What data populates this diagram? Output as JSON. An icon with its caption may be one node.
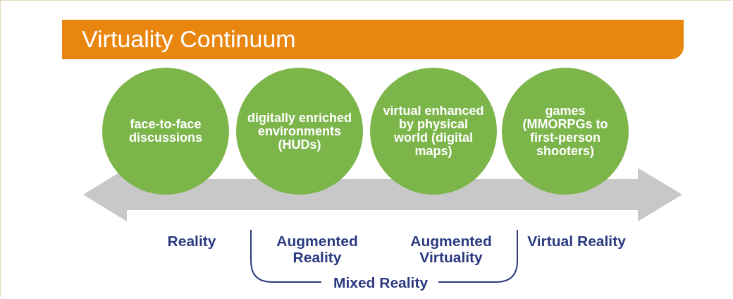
{
  "diagram": {
    "title": "Virtuality Continuum",
    "nodes": [
      {
        "text": [
          "face-to-face discussions"
        ]
      },
      {
        "text": [
          "digitally enriched environments (HUDs)"
        ]
      },
      {
        "text": [
          "virtual enhanced by physical world (digital maps)"
        ]
      },
      {
        "text": [
          "games (MMORPGs to first-person shooters)"
        ]
      }
    ],
    "labels": [
      "Reality",
      "Augmented Reality",
      "Augmented Virtuality",
      "Virtual Reality",
      "Mixed Reality"
    ]
  }
}
